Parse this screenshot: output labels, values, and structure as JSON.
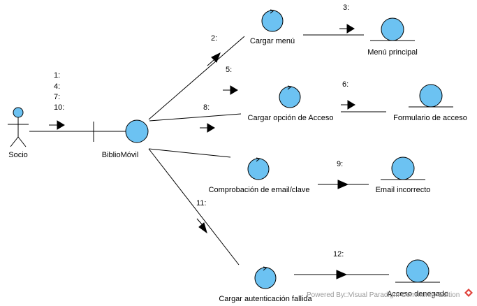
{
  "actor": {
    "name": "Socio"
  },
  "boundary": {
    "name": "BiblioMóvil"
  },
  "controls": {
    "cargar_menu": "Cargar menú",
    "cargar_acceso": "Cargar opción de Acceso",
    "comprobacion": "Comprobación de email/clave",
    "cargar_fallida": "Cargar autenticación fallida"
  },
  "entities": {
    "menu_principal": "Menú principal",
    "formulario_acceso": "Formulario de acceso",
    "email_incorrecto": "Email incorrecto",
    "acceso_denegado": "Acceso denegado"
  },
  "messages": {
    "m1": "1:",
    "m4": "4:",
    "m7": "7:",
    "m10": "10:",
    "m2": "2:",
    "m3": "3:",
    "m5": "5:",
    "m6": "6:",
    "m8": "8:",
    "m9": "9:",
    "m11": "11:",
    "m12": "12:"
  },
  "watermark": {
    "text": "Powered By□Visual Paradigm Community Edition"
  },
  "colors": {
    "shape_fill": "#6cc2f2",
    "line": "#000000",
    "watermark_logo": "#e0413a"
  }
}
